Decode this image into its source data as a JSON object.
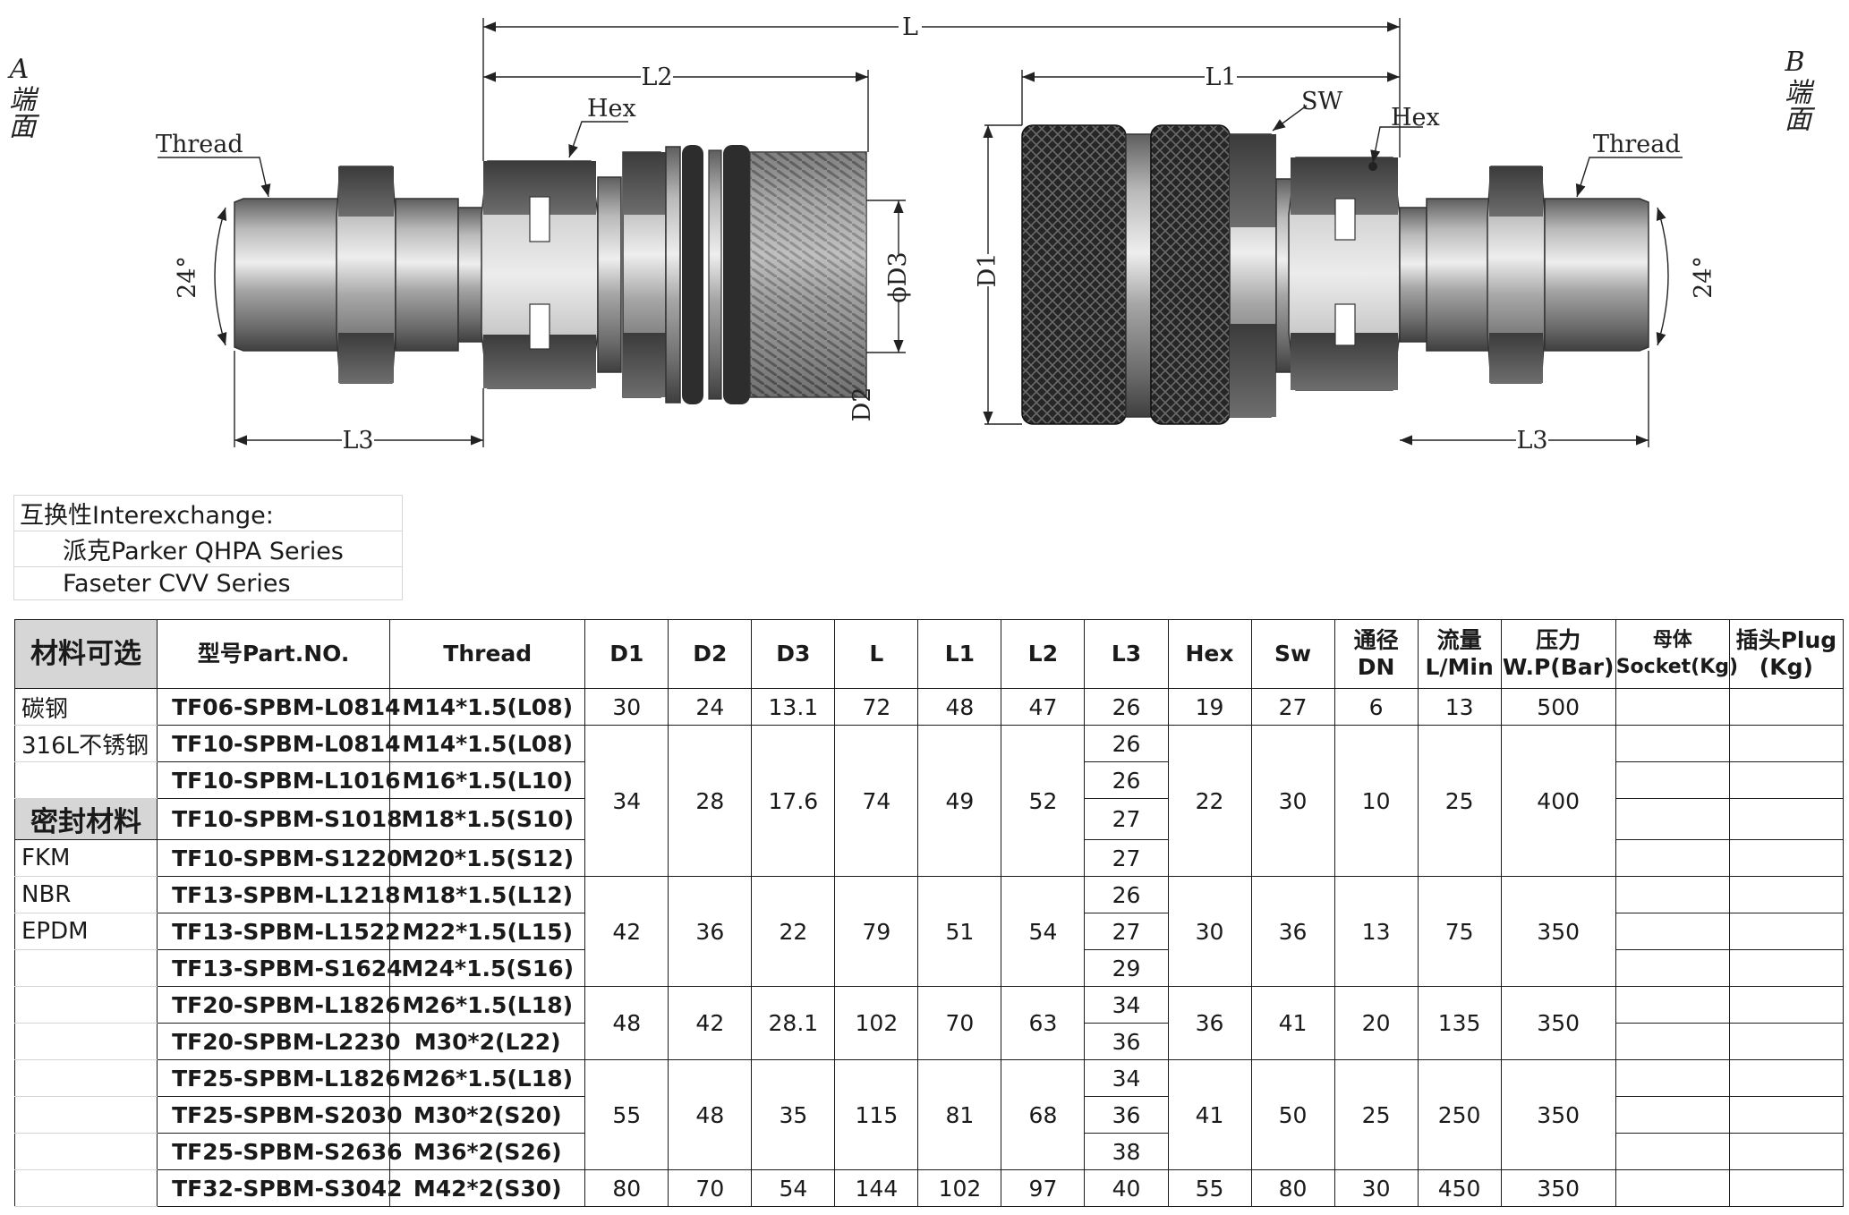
{
  "drawing": {
    "side_a": "A端面",
    "side_b": "B端面",
    "dim": {
      "L": "L",
      "L1": "L1",
      "L2": "L2",
      "L3": "L3",
      "thread": "Thread",
      "hex": "Hex",
      "sw": "SW",
      "angle": "24°",
      "d1": "D1",
      "d2": "D2",
      "d3": "ϕD3"
    }
  },
  "interchange": {
    "title": "互换性Interexchange:",
    "items": [
      "派克Parker QHPA Series",
      "Faseter CVV Series"
    ]
  },
  "table": {
    "headers": {
      "material": "材料可选",
      "part": "型号Part.NO.",
      "thread": "Thread",
      "d1": "D1",
      "d2": "D2",
      "d3": "D3",
      "l": "L",
      "l1": "L1",
      "l2": "L2",
      "l3": "L3",
      "hex": "Hex",
      "sw": "Sw",
      "dn_1": "通径",
      "dn_2": "DN",
      "flow_1": "流量",
      "flow_2": "L/Min",
      "wp_1": "压力",
      "wp_2": "W.P(Bar)",
      "socket_1": "母体",
      "socket_2": "Socket(Kg)",
      "plug_1": "插头Plug",
      "plug_2": "(Kg)"
    },
    "materials": [
      "碳钢",
      "316L不锈钢",
      "",
      "密封材料",
      "FKM",
      "NBR",
      "EPDM",
      "",
      "",
      "",
      "",
      "",
      "",
      ""
    ],
    "rows": [
      {
        "part": "TF06-SPBM-L0814",
        "thread": "M14*1.5(L08)",
        "l3": "26"
      },
      {
        "part": "TF10-SPBM-L0814",
        "thread": "M14*1.5(L08)",
        "l3": "26"
      },
      {
        "part": "TF10-SPBM-L1016",
        "thread": "M16*1.5(L10)",
        "l3": "26"
      },
      {
        "part": "TF10-SPBM-S1018",
        "thread": "M18*1.5(S10)",
        "l3": "27"
      },
      {
        "part": "TF10-SPBM-S1220",
        "thread": "M20*1.5(S12)",
        "l3": "27"
      },
      {
        "part": "TF13-SPBM-L1218",
        "thread": "M18*1.5(L12)",
        "l3": "26"
      },
      {
        "part": "TF13-SPBM-L1522",
        "thread": "M22*1.5(L15)",
        "l3": "27"
      },
      {
        "part": "TF13-SPBM-S1624",
        "thread": "M24*1.5(S16)",
        "l3": "29"
      },
      {
        "part": "TF20-SPBM-L1826",
        "thread": "M26*1.5(L18)",
        "l3": "34"
      },
      {
        "part": "TF20-SPBM-L2230",
        "thread": "M30*2(L22)",
        "l3": "36"
      },
      {
        "part": "TF25-SPBM-L1826",
        "thread": "M26*1.5(L18)",
        "l3": "34"
      },
      {
        "part": "TF25-SPBM-S2030",
        "thread": "M30*2(S20)",
        "l3": "36"
      },
      {
        "part": "TF25-SPBM-S2636",
        "thread": "M36*2(S26)",
        "l3": "38"
      },
      {
        "part": "TF32-SPBM-S3042",
        "thread": "M42*2(S30)",
        "l3": "40"
      }
    ],
    "groups": [
      {
        "d1": "30",
        "d2": "24",
        "d3": "13.1",
        "l": "72",
        "l1": "48",
        "l2": "47",
        "hex": "19",
        "sw": "27",
        "dn": "6",
        "flow": "13",
        "wp": "500"
      },
      {
        "d1": "34",
        "d2": "28",
        "d3": "17.6",
        "l": "74",
        "l1": "49",
        "l2": "52",
        "hex": "22",
        "sw": "30",
        "dn": "10",
        "flow": "25",
        "wp": "400"
      },
      {
        "d1": "42",
        "d2": "36",
        "d3": "22",
        "l": "79",
        "l1": "51",
        "l2": "54",
        "hex": "30",
        "sw": "36",
        "dn": "13",
        "flow": "75",
        "wp": "350"
      },
      {
        "d1": "48",
        "d2": "42",
        "d3": "28.1",
        "l": "102",
        "l1": "70",
        "l2": "63",
        "hex": "36",
        "sw": "41",
        "dn": "20",
        "flow": "135",
        "wp": "350"
      },
      {
        "d1": "55",
        "d2": "48",
        "d3": "35",
        "l": "115",
        "l1": "81",
        "l2": "68",
        "hex": "41",
        "sw": "50",
        "dn": "25",
        "flow": "250",
        "wp": "350"
      },
      {
        "d1": "80",
        "d2": "70",
        "d3": "54",
        "l": "144",
        "l1": "102",
        "l2": "97",
        "hex": "55",
        "sw": "80",
        "dn": "30",
        "flow": "450",
        "wp": "350"
      }
    ]
  }
}
